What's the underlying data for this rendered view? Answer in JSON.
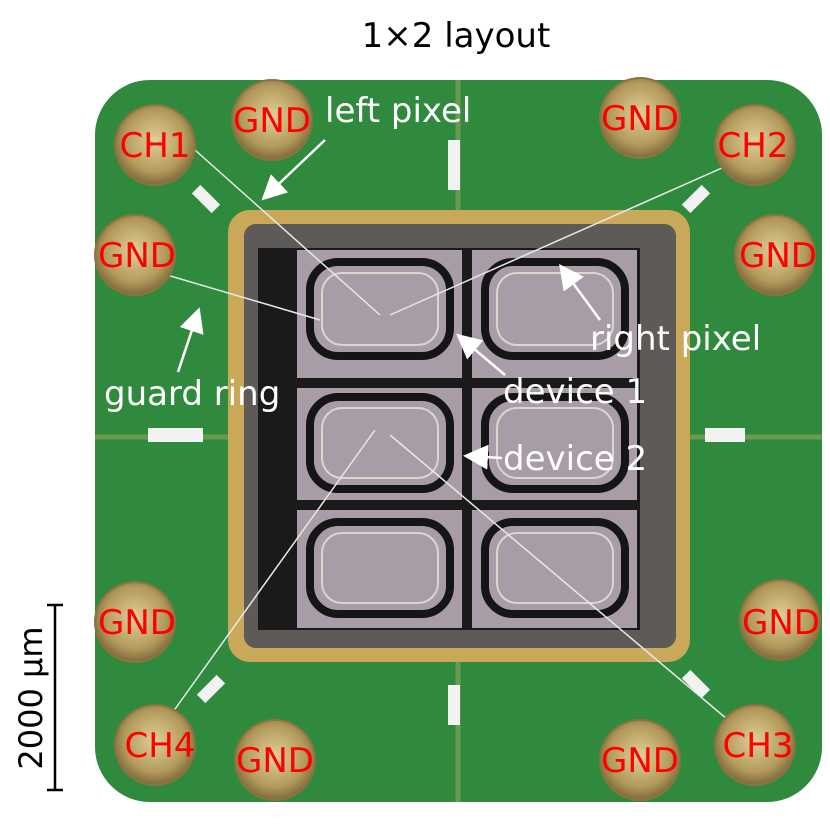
{
  "title": "1×2 layout",
  "scale_bar": "2000 µm",
  "pads": {
    "gnd_top_left": "GND",
    "gnd_top_right": "GND",
    "ch1": "CH1",
    "ch2": "CH2",
    "gnd_left_upper": "GND",
    "gnd_right_upper": "GND",
    "gnd_left_lower": "GND",
    "gnd_right_lower": "GND",
    "ch4": "CH4",
    "ch3": "CH3",
    "gnd_bottom_left": "GND",
    "gnd_bottom_right": "GND"
  },
  "annotations": {
    "left_pixel": "left pixel",
    "right_pixel": "right pixel",
    "guard_ring": "guard ring",
    "device_1": "device 1",
    "device_2": "device 2"
  },
  "colors": {
    "board": "#2e8a3c",
    "pad": "#b8a060",
    "frame": "#c9a85a",
    "label": "#ff0000"
  }
}
